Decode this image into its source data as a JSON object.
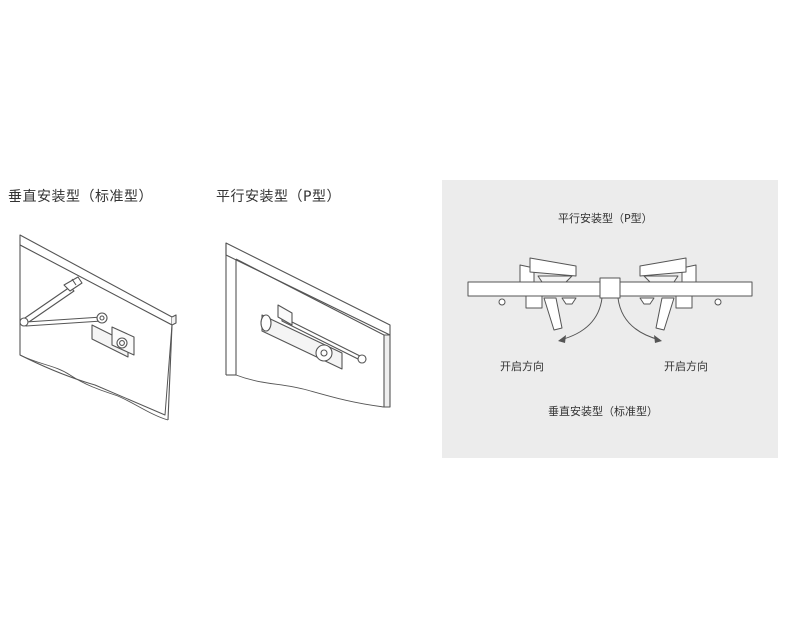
{
  "captions": {
    "vertical": "垂直安装型（标准型）",
    "parallel": "平行安装型（P型）"
  },
  "panel": {
    "title": "平行安装型（P型）",
    "left_direction": "开启方向",
    "right_direction": "开启方向",
    "bottom_label": "垂直安装型（标准型）"
  },
  "colors": {
    "panel_background": "#ececec",
    "line": "#555555",
    "wall_fill": "#ffffff"
  }
}
